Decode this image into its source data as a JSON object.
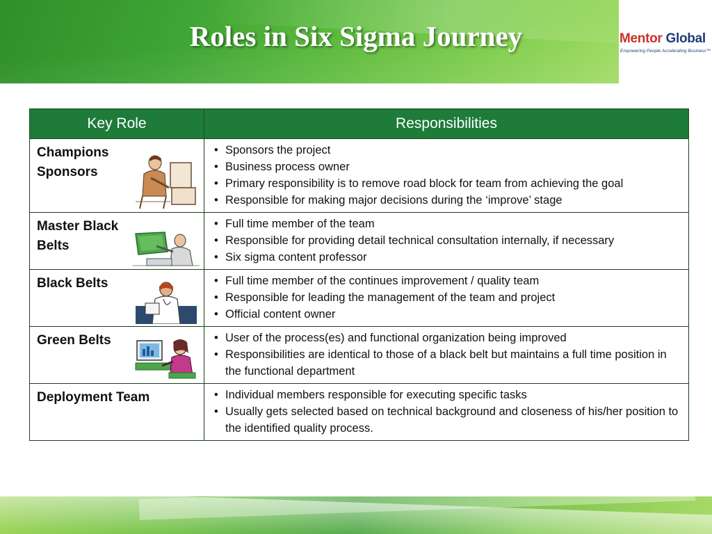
{
  "slide": {
    "title": "Roles in Six Sigma Journey"
  },
  "logo": {
    "name_part1": "Mentor",
    "name_part2": " Global",
    "tagline": "Empowering People Accelerating Business™"
  },
  "table": {
    "headers": [
      "Key Role",
      "Responsibilities"
    ],
    "rows": [
      {
        "role": "Champions Sponsors",
        "icon": "businessman-at-computer-icon",
        "responsibilities": [
          "Sponsors the project",
          "Business process owner",
          "Primary responsibility is to remove road block for team from achieving the goal",
          "Responsible for making major decisions during the ‘improve’ stage"
        ]
      },
      {
        "role": "Master Black Belts",
        "icon": "professor-at-board-icon",
        "responsibilities": [
          "Full time member of the team",
          "Responsible for providing detail technical consultation internally, if necessary",
          "Six sigma content professor"
        ]
      },
      {
        "role": "Black Belts",
        "icon": "doctor-with-clipboard-icon",
        "responsibilities": [
          "Full time member of the continues improvement / quality team",
          "Responsible for leading the management of the team and project",
          "Official content owner"
        ]
      },
      {
        "role": "Green Belts",
        "icon": "woman-at-computer-icon",
        "responsibilities": [
          "User of the process(es) and functional organization being improved",
          "Responsibilities are  identical to those of a black belt but maintains a full time position in the functional department"
        ]
      },
      {
        "role": "Deployment Team",
        "icon": "",
        "responsibilities": [
          "Individual members responsible for executing specific tasks",
          "Usually gets selected based on technical background and closeness of his/her position to the identified quality process."
        ]
      }
    ]
  },
  "colors": {
    "header_green": "#1e7b3a",
    "banner_green": "#3fa535",
    "logo_red": "#c8322a",
    "logo_blue": "#1f3a7a"
  }
}
